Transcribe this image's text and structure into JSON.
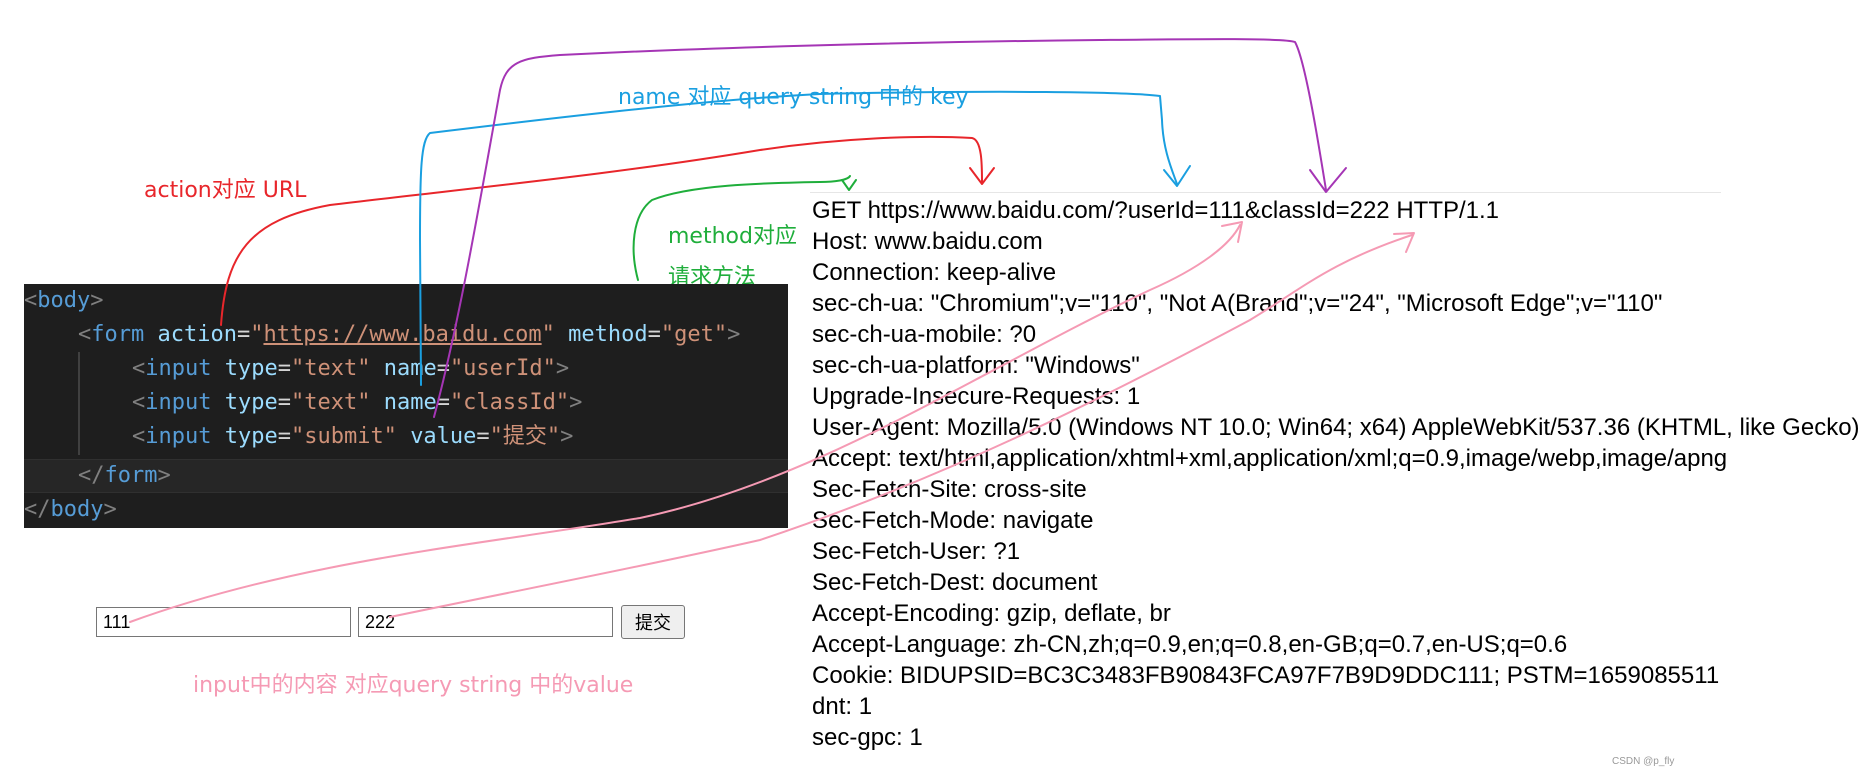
{
  "annotations": {
    "action_url": "action对应 URL",
    "name_key": "name 对应 query string 中的 key",
    "method_line1": "method对应",
    "method_line2": "请求方法",
    "input_value": "input中的内容 对应query string 中的value"
  },
  "code": {
    "body_open": {
      "lt": "<",
      "tag": "body",
      "gt": ">"
    },
    "form_open": {
      "lt": "<",
      "tag": "form",
      "attr1": "action",
      "eq1": "=",
      "q1": "\"",
      "val1": "https://www.baidu.com",
      "q1b": "\"",
      "attr2": "method",
      "eq2": "=",
      "val2": "\"get\"",
      "gt": ">"
    },
    "input1": {
      "lt": "<",
      "tag": "input",
      "attr1": "type",
      "eq1": "=",
      "val1": "\"text\"",
      "attr2": "name",
      "eq2": "=",
      "val2": "\"userId\"",
      "gt": ">"
    },
    "input2": {
      "lt": "<",
      "tag": "input",
      "attr1": "type",
      "eq1": "=",
      "val1": "\"text\"",
      "attr2": "name",
      "eq2": "=",
      "val2": "\"classId\"",
      "gt": ">"
    },
    "input3": {
      "lt": "<",
      "tag": "input",
      "attr1": "type",
      "eq1": "=",
      "val1": "\"submit\"",
      "attr2": "value",
      "eq2": "=",
      "val2": "\"提交\"",
      "gt": ">"
    },
    "form_close": {
      "lt": "</",
      "tag": "form",
      "gt": ">"
    },
    "body_close": {
      "lt": "</",
      "tag": "body",
      "gt": ">"
    }
  },
  "form": {
    "user_id_value": "111",
    "class_id_value": "222",
    "submit_label": "提交"
  },
  "http_request": [
    "GET https://www.baidu.com/?userId=111&classId=222 HTTP/1.1",
    "Host: www.baidu.com",
    "Connection: keep-alive",
    "sec-ch-ua: \"Chromium\";v=\"110\", \"Not A(Brand\";v=\"24\", \"Microsoft Edge\";v=\"110\"",
    "sec-ch-ua-mobile: ?0",
    "sec-ch-ua-platform: \"Windows\"",
    "Upgrade-Insecure-Requests: 1",
    "User-Agent: Mozilla/5.0 (Windows NT 10.0; Win64; x64) AppleWebKit/537.36 (KHTML, like Gecko)",
    "Accept: text/html,application/xhtml+xml,application/xml;q=0.9,image/webp,image/apng",
    "Sec-Fetch-Site: cross-site",
    "Sec-Fetch-Mode: navigate",
    "Sec-Fetch-User: ?1",
    "Sec-Fetch-Dest: document",
    "Accept-Encoding: gzip, deflate, br",
    "Accept-Language: zh-CN,zh;q=0.9,en;q=0.8,en-GB;q=0.7,en-US;q=0.6",
    "Cookie: BIDUPSID=BC3C3483FB90843FCA97F7B9D9DDC111; PSTM=1659085511",
    "dnt: 1",
    "sec-gpc: 1"
  ],
  "watermark": "CSDN @p_fly",
  "colors": {
    "red": "#e8262b",
    "blue": "#1a9fe0",
    "green": "#1fae3b",
    "purple": "#a535b5",
    "pink": "#f59ab4",
    "editor_bg": "#1e1e1e"
  }
}
